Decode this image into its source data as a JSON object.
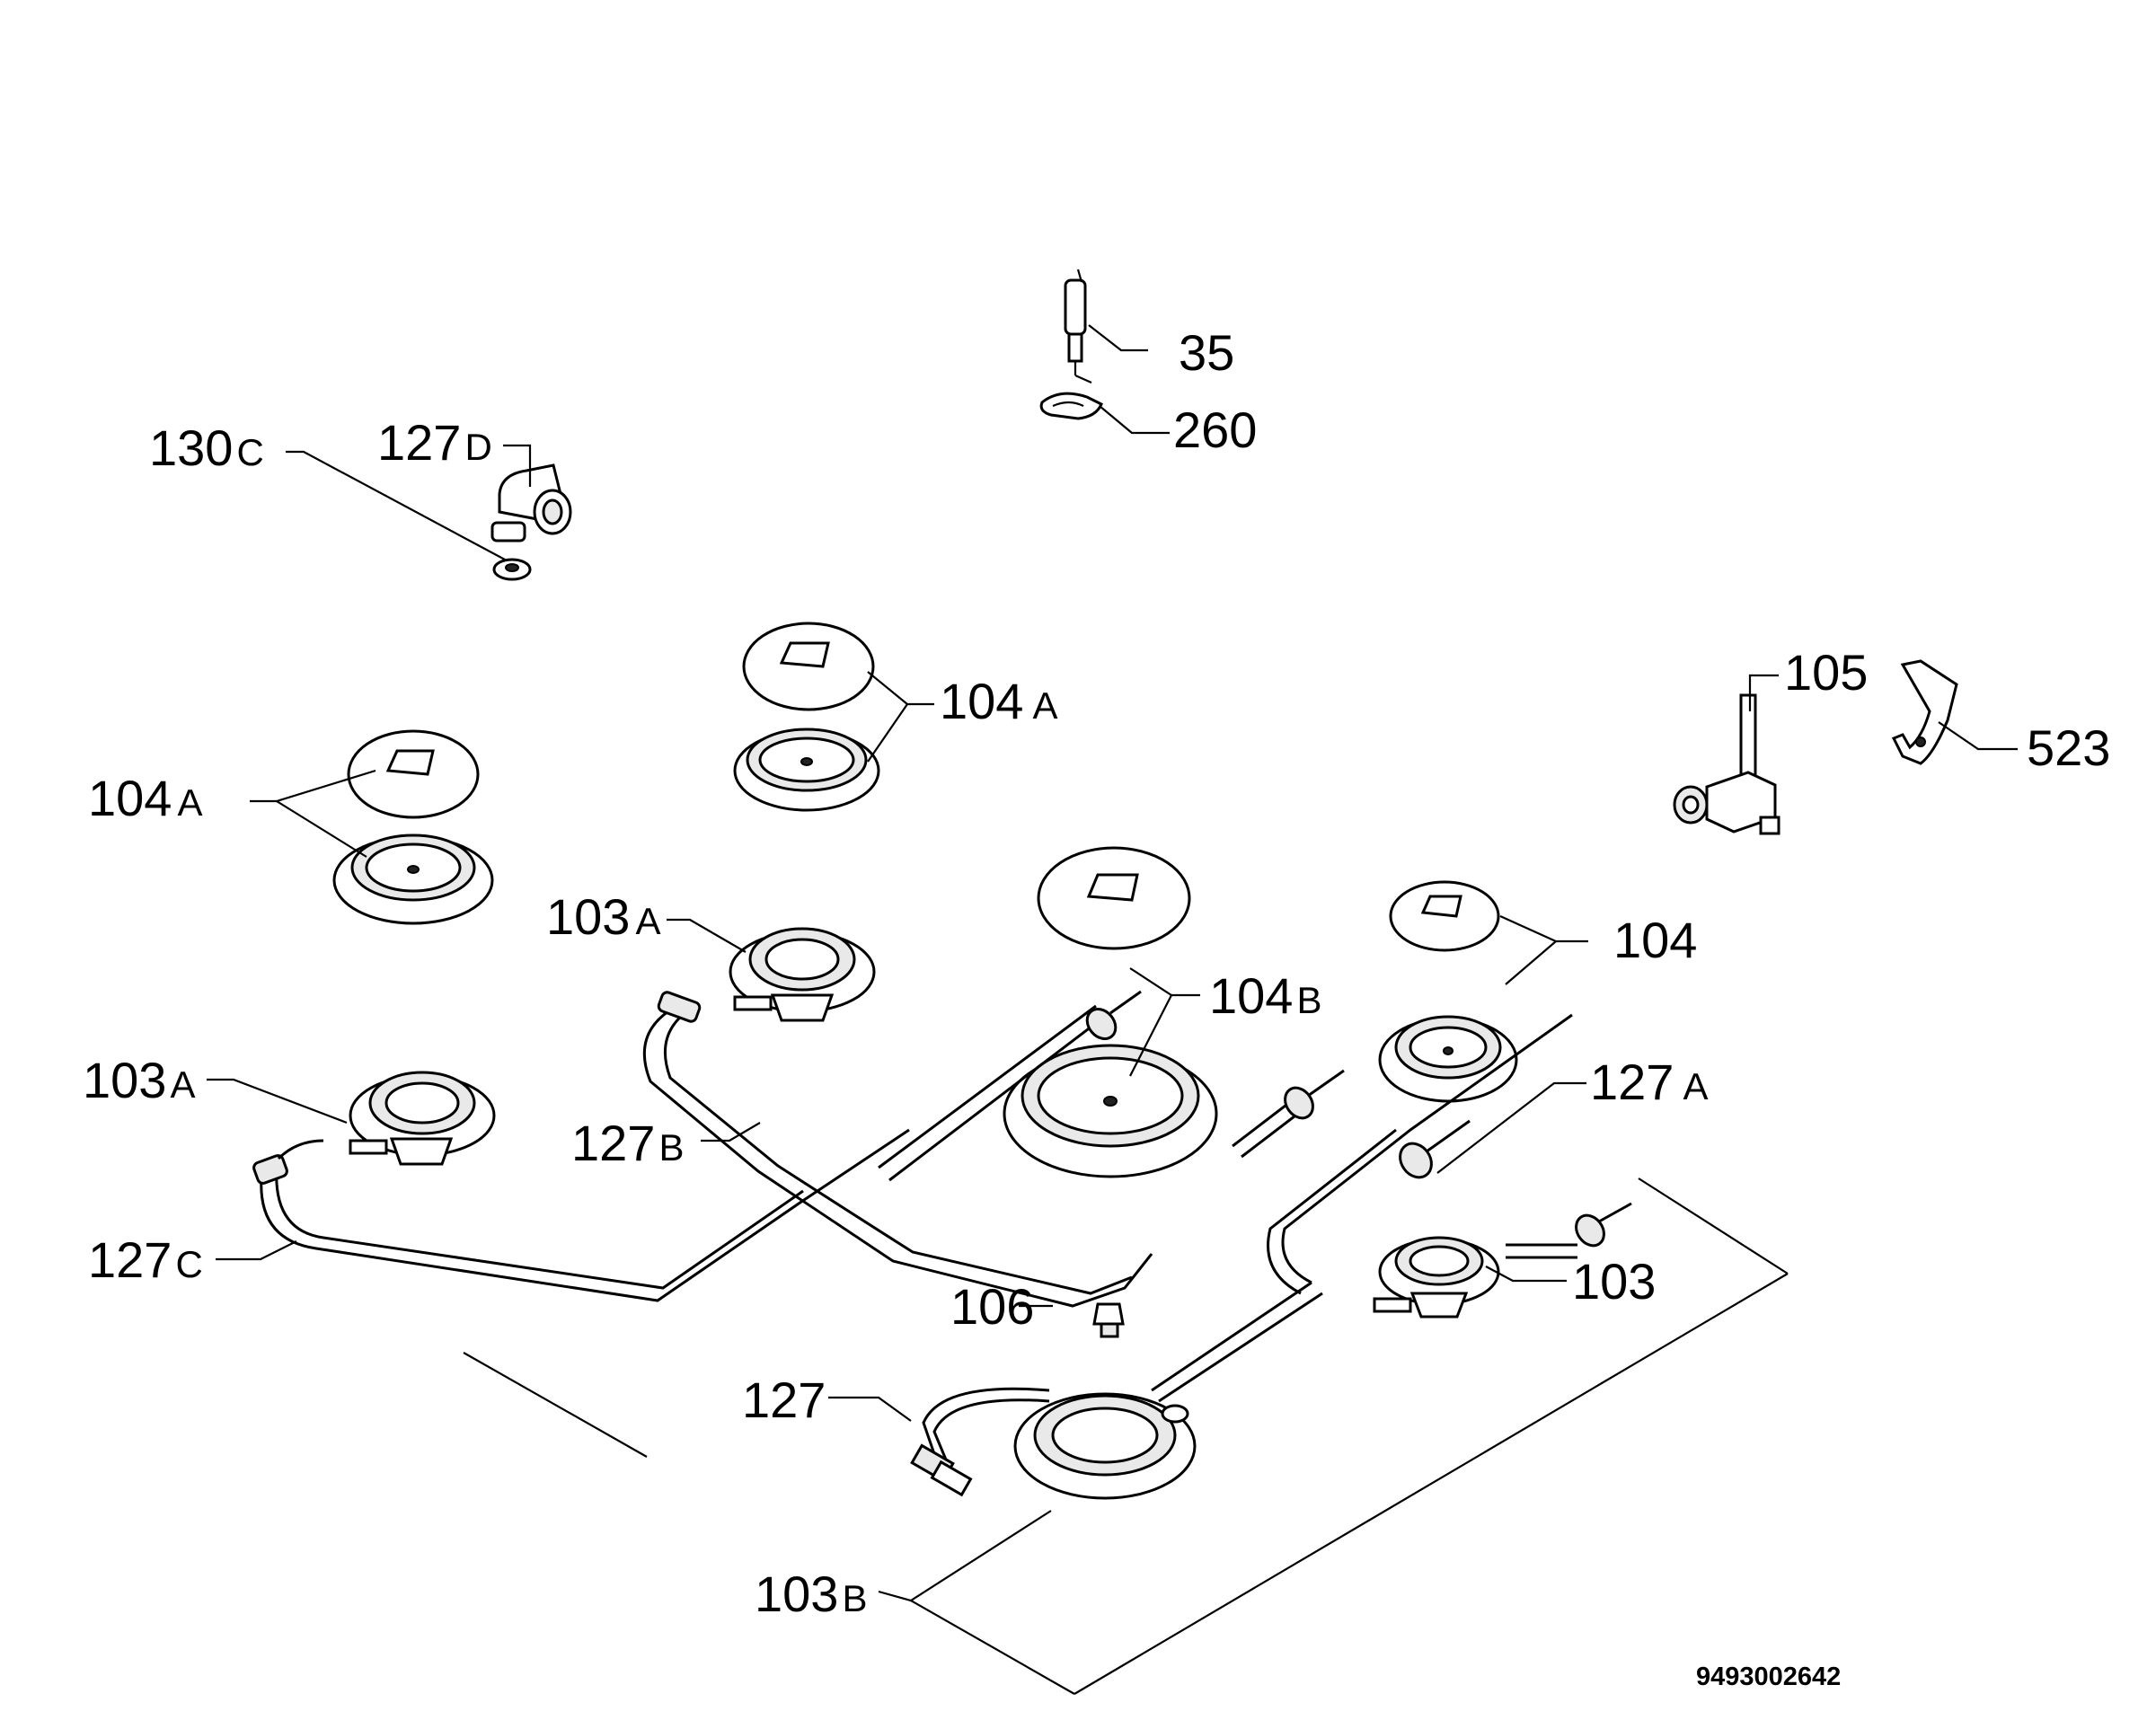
{
  "labels": {
    "p35": {
      "main": "35",
      "suffix": ""
    },
    "p260": {
      "main": "260",
      "suffix": ""
    },
    "p130c": {
      "main": "130",
      "suffix": "C"
    },
    "p127d": {
      "main": "127",
      "suffix": "D"
    },
    "p104a_top": {
      "main": "104",
      "suffix": "A"
    },
    "p104a_left": {
      "main": "104",
      "suffix": "A"
    },
    "p105": {
      "main": "105",
      "suffix": ""
    },
    "p523": {
      "main": "523",
      "suffix": ""
    },
    "p103a_mid": {
      "main": "103",
      "suffix": "A"
    },
    "p104": {
      "main": "104",
      "suffix": ""
    },
    "p104b": {
      "main": "104",
      "suffix": "B"
    },
    "p103a_left": {
      "main": "103",
      "suffix": "A"
    },
    "p127a": {
      "main": "127",
      "suffix": "A"
    },
    "p127b": {
      "main": "127",
      "suffix": "B"
    },
    "p127c": {
      "main": "127",
      "suffix": "C"
    },
    "p103": {
      "main": "103",
      "suffix": ""
    },
    "p106": {
      "main": "106",
      "suffix": ""
    },
    "p127": {
      "main": "127",
      "suffix": ""
    },
    "p103b": {
      "main": "103",
      "suffix": "B"
    }
  },
  "document_id": "9493002642"
}
